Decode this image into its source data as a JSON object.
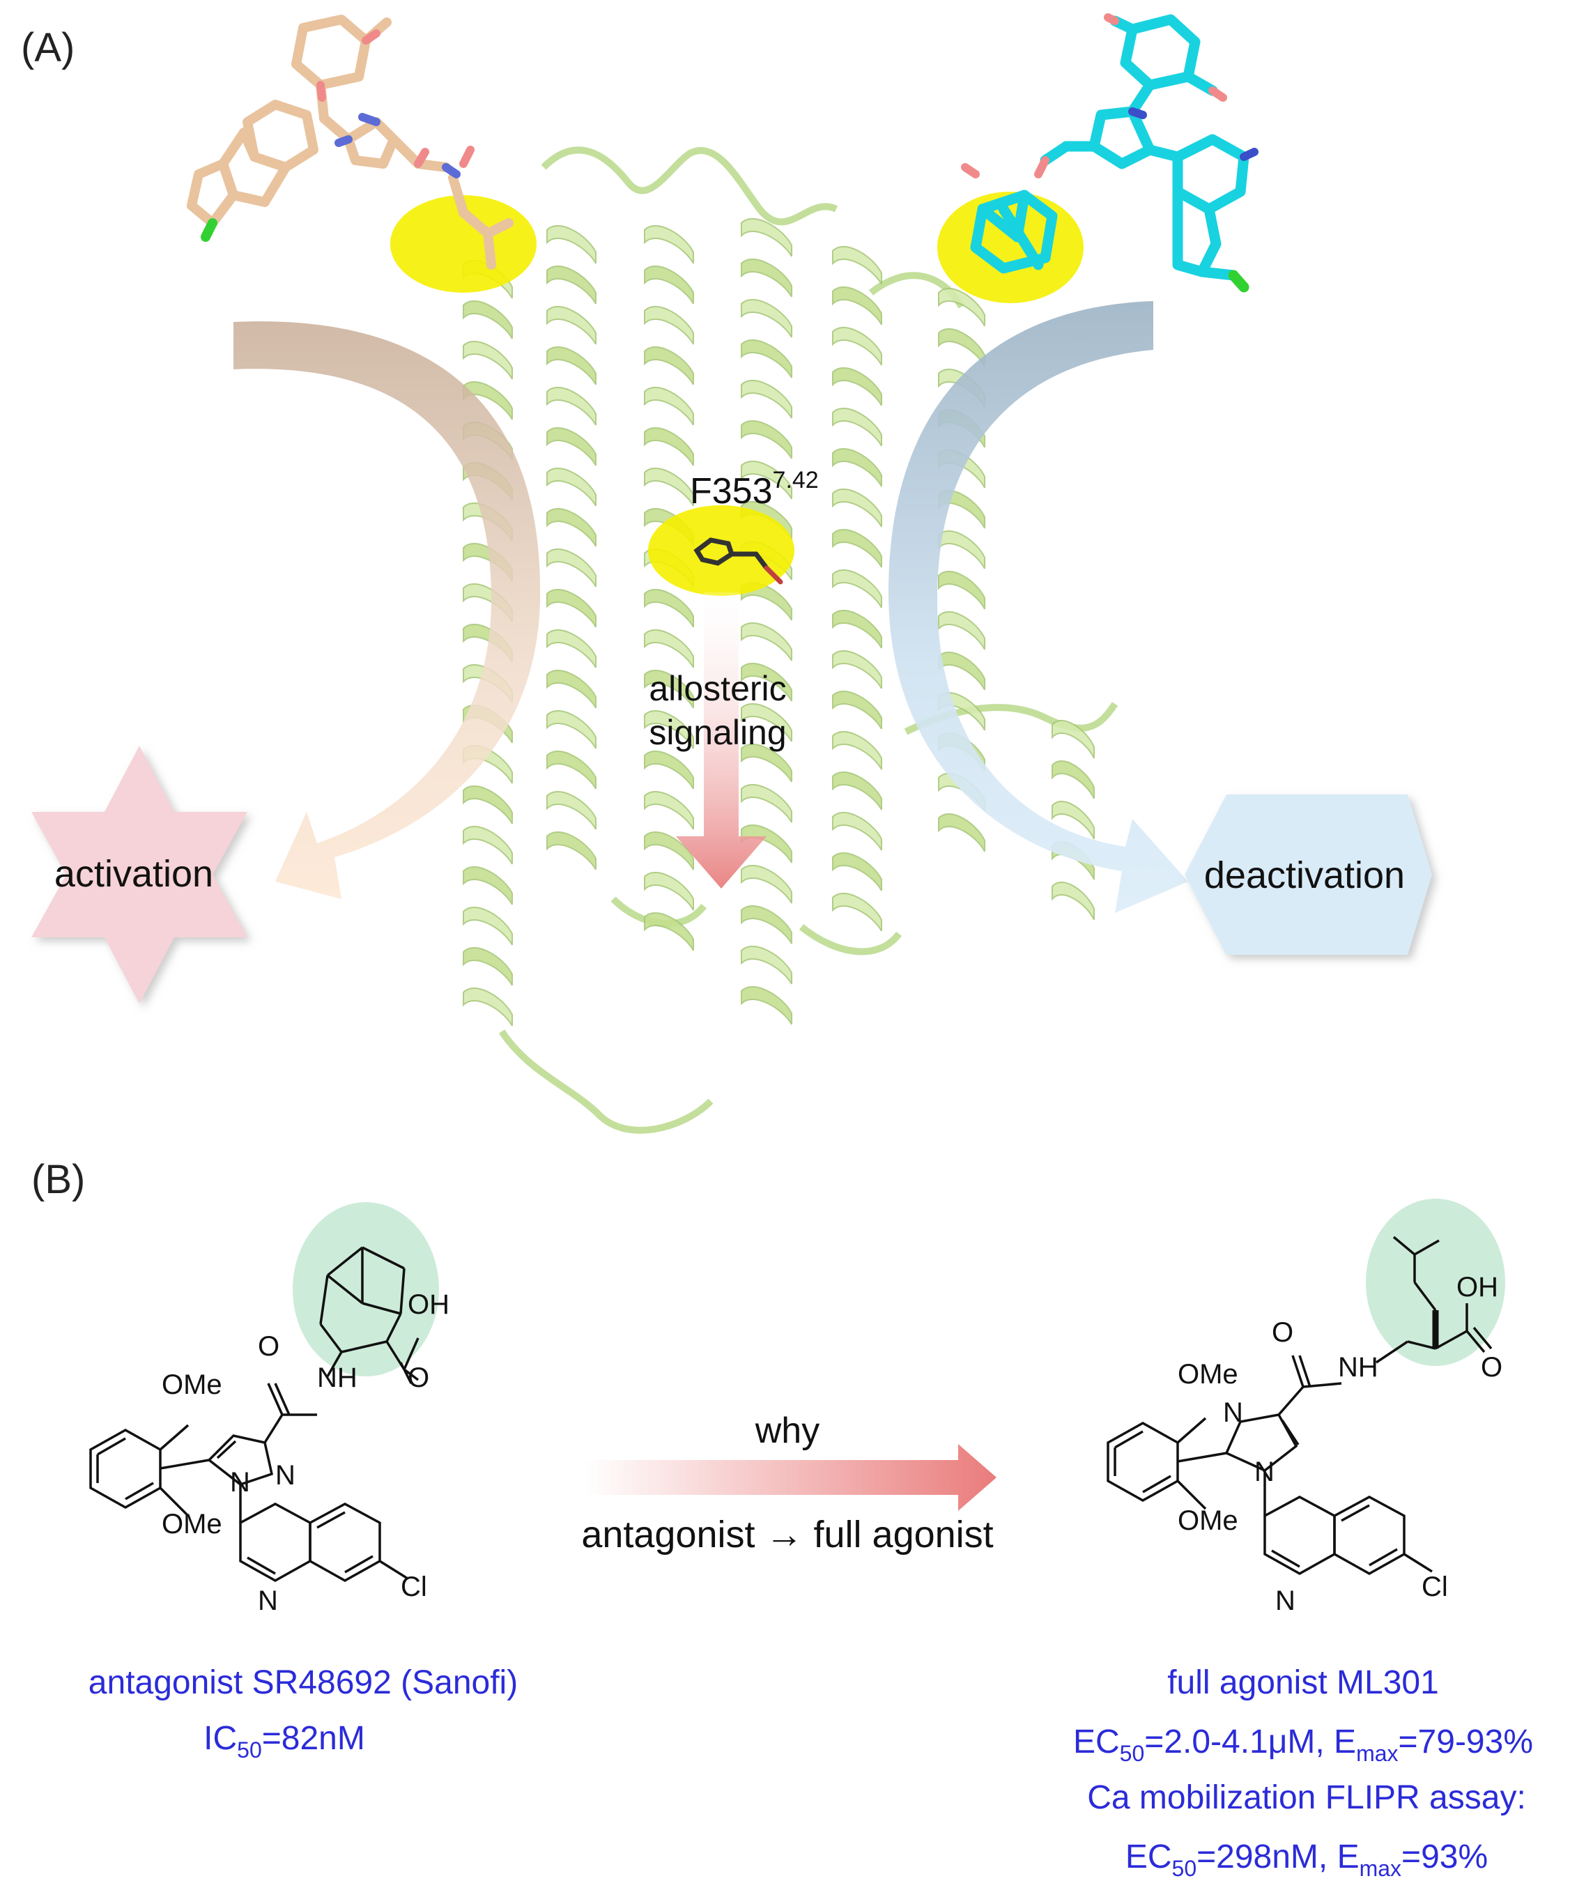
{
  "panel_a": {
    "label": "(A)",
    "residue": "F353",
    "residue_sup": "7.42",
    "signal_line1": "allosteric",
    "signal_line2": "signaling",
    "left_outcome": "activation",
    "right_outcome": "deactivation"
  },
  "panel_b": {
    "label": "(B)",
    "arrow_top": "why",
    "arrow_bottom": "antagonist → full agonist",
    "left_compound": {
      "name": "antagonist SR48692 (Sanofi)",
      "ic_main": "IC",
      "ic_sub": "50",
      "ic_value": "=82nM",
      "atoms": {
        "ome_top": "OMe",
        "ome_bottom": "OMe",
        "oh": "OH",
        "o_acid": "O",
        "o_amide": "O",
        "nh": "NH",
        "n_pyr": "N",
        "n_pyr2": "N",
        "n_quin": "N",
        "cl": "Cl"
      }
    },
    "right_compound": {
      "name": "full agonist ML301",
      "ec1_sub": "50",
      "ec1_value": "=2.0-4.1μM, E",
      "ec1_emax_sub": "max",
      "ec1_emax_value": "=79-93%",
      "assay": "Ca mobilization FLIPR assay:",
      "ec2_sub": "50",
      "ec2_value": "=298nM, E",
      "ec2_emax_sub": "max",
      "ec2_emax_value": "=93%",
      "ec_main": "EC",
      "atoms": {
        "ome_top": "OMe",
        "ome_bottom": "OMe",
        "oh": "OH",
        "o_acid": "O",
        "o_amide": "O",
        "nh": "NH",
        "n_im": "N",
        "n_im2": "N",
        "n_quin": "N",
        "cl": "Cl"
      }
    }
  },
  "colors": {
    "helix": "#c9e39a",
    "highlight": "#f5f000",
    "activation_star": "#f6d3d8",
    "deactivation_hex": "#d9ebf7",
    "label_blue": "#2b2bd9",
    "pale_green": "#cdebd9",
    "signal_arrow": "#e98b8b"
  }
}
